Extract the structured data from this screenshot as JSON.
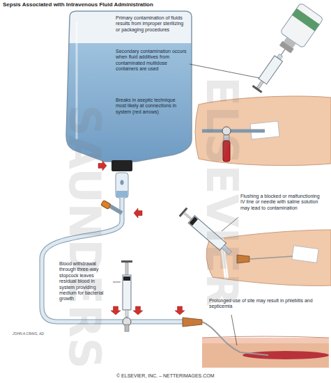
{
  "diagram": {
    "title": "Sepsis Associated with Intravenous Fluid Administration",
    "labels": [
      "Primary contamination of fluids results from improper sterilizing or packaging procedures",
      "Secondary contamination occurs when fluid additives from contaminated multidose containers are used",
      "Breaks in aseptic technique most likely at connections in system (red arrows)",
      "Blood withdrawal through three-way stopcock leaves residual blood in system providing medium for bacterial growth",
      "Flushing a blocked or malfunctioning IV line or needle with saline solution may lead to contamination",
      "Prolonged use of site may result in phlebitis and septicemia",
      "SAUNDERS",
      "ELSEVIER",
      "JOHN A.CRAIG, AD",
      "© ELSEVIER, INC. – NETTERIMAGES.COM"
    ]
  }
}
